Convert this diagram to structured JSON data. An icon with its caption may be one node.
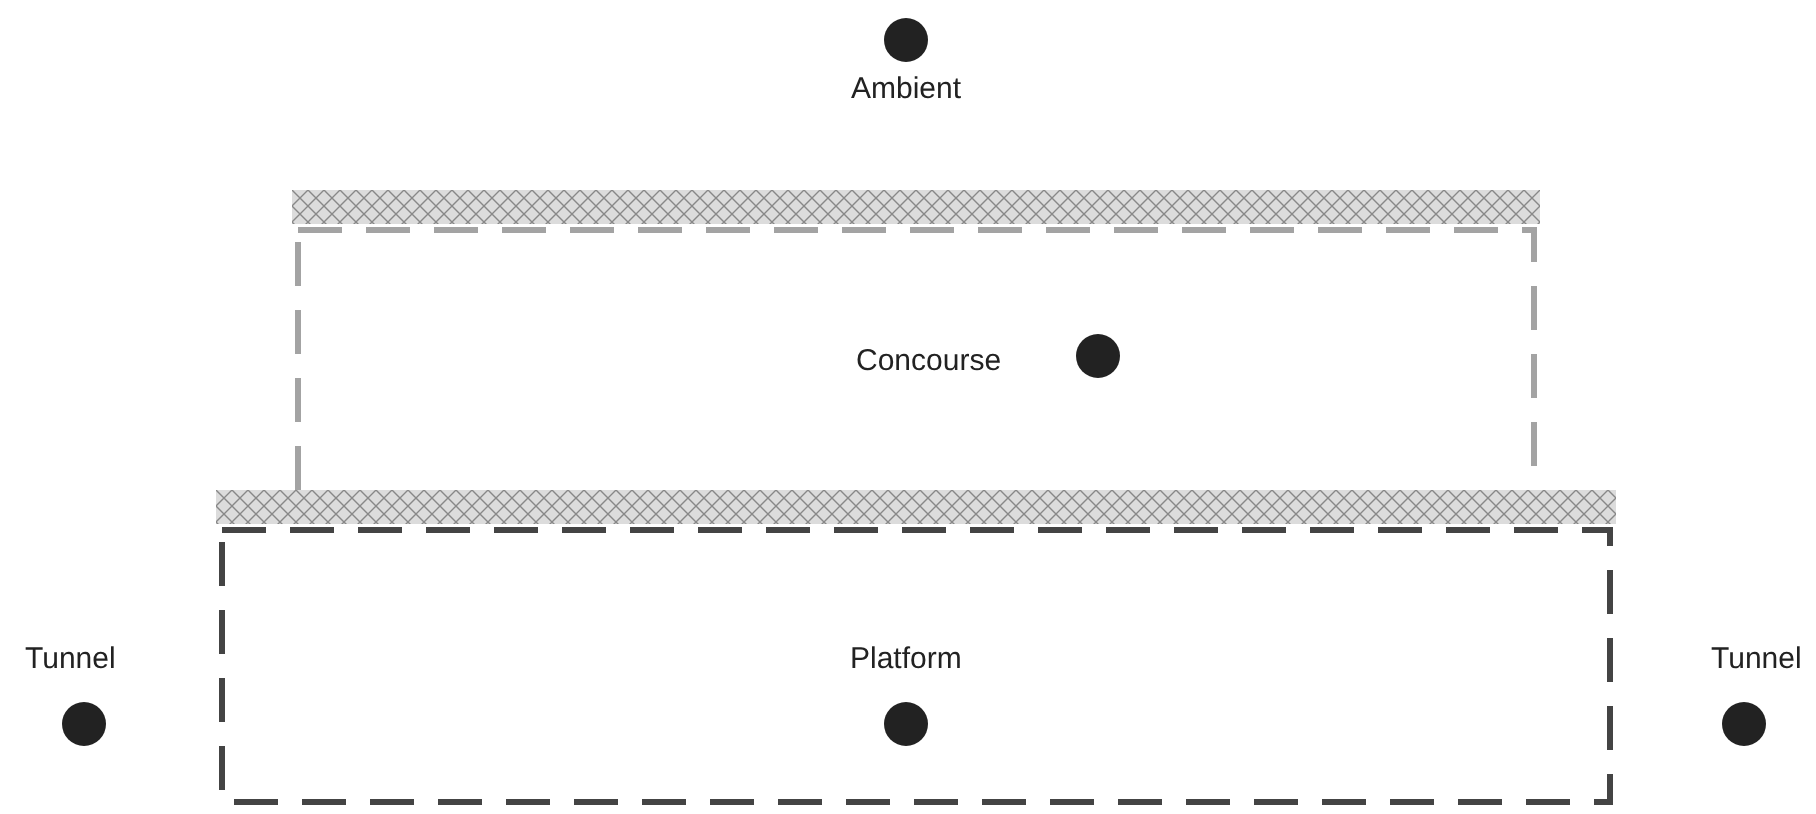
{
  "diagram": {
    "nodes": [
      {
        "text": [],
        "shape": "circle",
        "beside": [
          "Ambient"
        ]
      },
      {
        "text": [],
        "shape": "box"
      },
      {
        "text": [],
        "shape": "circle",
        "beside": [
          "Concourse"
        ],
        "in": 1
      },
      {
        "text": [],
        "shape": "circle",
        "beside": [
          "Tunnel"
        ]
      },
      {
        "text": [],
        "shape": "box"
      },
      {
        "text": [],
        "shape": "circle",
        "beside": [
          "Platform"
        ],
        "in": 4
      },
      {
        "text": [],
        "shape": "circle",
        "beside": [
          "Tunnel"
        ]
      }
    ]
  }
}
